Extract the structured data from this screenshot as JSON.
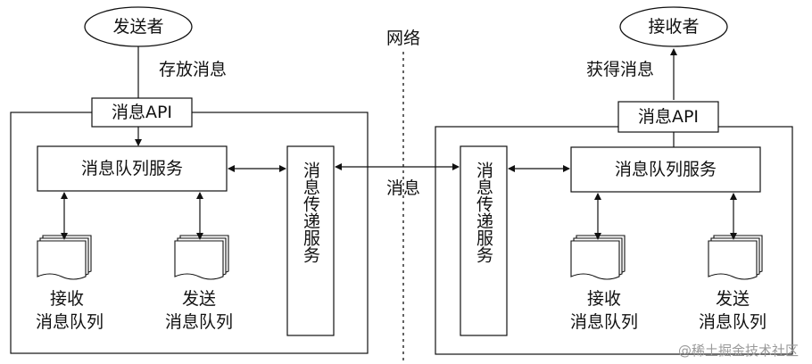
{
  "network_label": "网络",
  "message_label": "消息",
  "sender": {
    "title": "发送者",
    "action": "存放消息",
    "api": "消息API",
    "queue_service": "消息队列服务",
    "transfer_service": "消息传递服务",
    "recv_queue": [
      "接收",
      "消息队列"
    ],
    "send_queue": [
      "发送",
      "消息队列"
    ]
  },
  "receiver": {
    "title": "接收者",
    "action": "获得消息",
    "api": "消息API",
    "queue_service": "消息队列服务",
    "transfer_service": "消息传递服务",
    "recv_queue": [
      "接收",
      "消息队列"
    ],
    "send_queue": [
      "发送",
      "消息队列"
    ]
  },
  "watermark": "@稀土掘金技术社区"
}
